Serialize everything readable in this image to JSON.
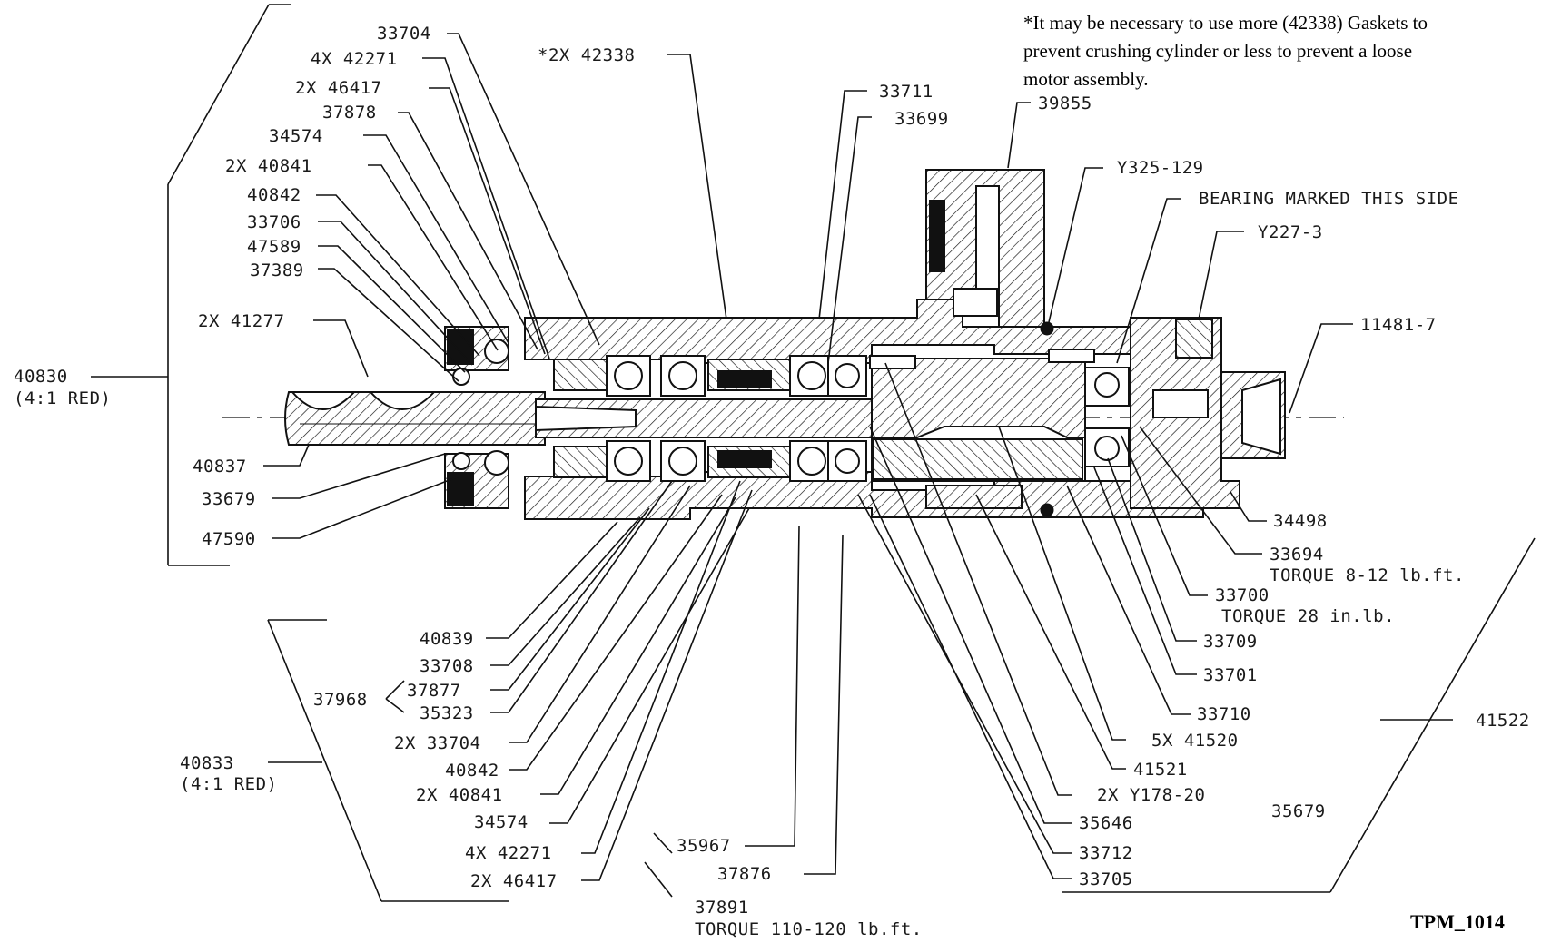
{
  "note": {
    "lines": [
      "*It may be necessary to use more (42338) Gaskets to",
      "prevent crushing cylinder or less to prevent a loose",
      "motor assembly."
    ]
  },
  "drawing_code": "TPM_1014",
  "labels": {
    "l33704a": "33704",
    "l42271a": "4X 42271",
    "l46417a": "2X 46417",
    "l37878": "37878",
    "l34574a": "34574",
    "l40841a": "2X 40841",
    "l40842a": "40842",
    "l33706": "33706",
    "l47589": "47589",
    "l37389": "37389",
    "l41277": "2X 41277",
    "l40830a": "40830",
    "l40830b": "(4:1 RED)",
    "l40837": "40837",
    "l33679": "33679",
    "l47590": "47590",
    "l42338": "*2X 42338",
    "l33711": "33711",
    "l33699": "33699",
    "l39855": "39855",
    "lY325": "Y325-129",
    "lBearing": "BEARING MARKED THIS SIDE",
    "lY227": "Y227-3",
    "l11481": "11481-7",
    "l34498": "34498",
    "l33694": "33694",
    "l33694t": "TORQUE 8-12 lb.ft.",
    "l33700": "33700",
    "l33700t": "TORQUE 28 in.lb.",
    "l33709": "33709",
    "l33701": "33701",
    "l33710": "33710",
    "l41520": "5X 41520",
    "l41521": "41521",
    "lY178": "2X Y178-20",
    "l35646": "35646",
    "l35679": "35679",
    "l33712": "33712",
    "l33705": "33705",
    "l41522": "41522",
    "l40839": "40839",
    "l33708": "33708",
    "l37877": "37877",
    "l37968": "37968",
    "l35323": "35323",
    "l33704b": "2X 33704",
    "l40842b": "40842",
    "l40841b": "2X 40841",
    "l34574b": "34574",
    "l42271b": "4X 42271",
    "l46417b": "2X 46417",
    "l40833a": "40833",
    "l40833b": "(4:1 RED)",
    "l35967": "35967",
    "l37876": "37876",
    "l37891": "37891",
    "l37891t": "TORQUE 110-120 lb.ft."
  }
}
